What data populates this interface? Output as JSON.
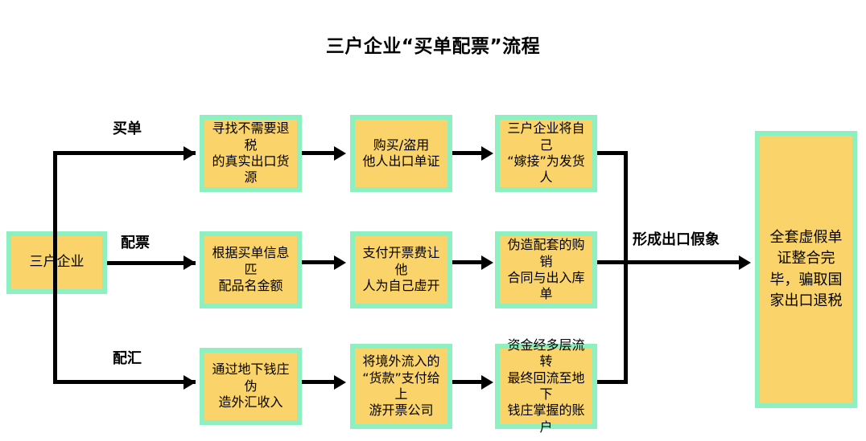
{
  "title": "三户企业“买单配票”流程",
  "source": {
    "label": "三户企业"
  },
  "branches": [
    {
      "label": "买单",
      "steps": [
        "寻找不需要退税\n的真实出口货源",
        "购买/盗用\n他人出口单证",
        "三户企业将自己\n“嫁接”为发货人"
      ]
    },
    {
      "label": "配票",
      "steps": [
        "根据买单信息匹\n配品名金额",
        "支付开票费让他\n人为自己虚开",
        "伪造配套的购销\n合同与出入库单"
      ]
    },
    {
      "label": "配汇",
      "steps": [
        "通过地下钱庄伪\n造外汇收入",
        "将境外流入的\n“货款”支付给上\n游开票公司",
        "资金经多层流转\n最终回流至地下\n钱庄掌握的账户"
      ]
    }
  ],
  "merge": {
    "label": "形成出口假象"
  },
  "result": {
    "label": "全套虚假单\n证整合完\n毕，骗取国\n家出口退税"
  },
  "colors": {
    "node_fill": "#FAD46B",
    "node_border": "#8DF0C0",
    "line": "#000000",
    "text": "#000000",
    "background": "#FFFFFF"
  }
}
